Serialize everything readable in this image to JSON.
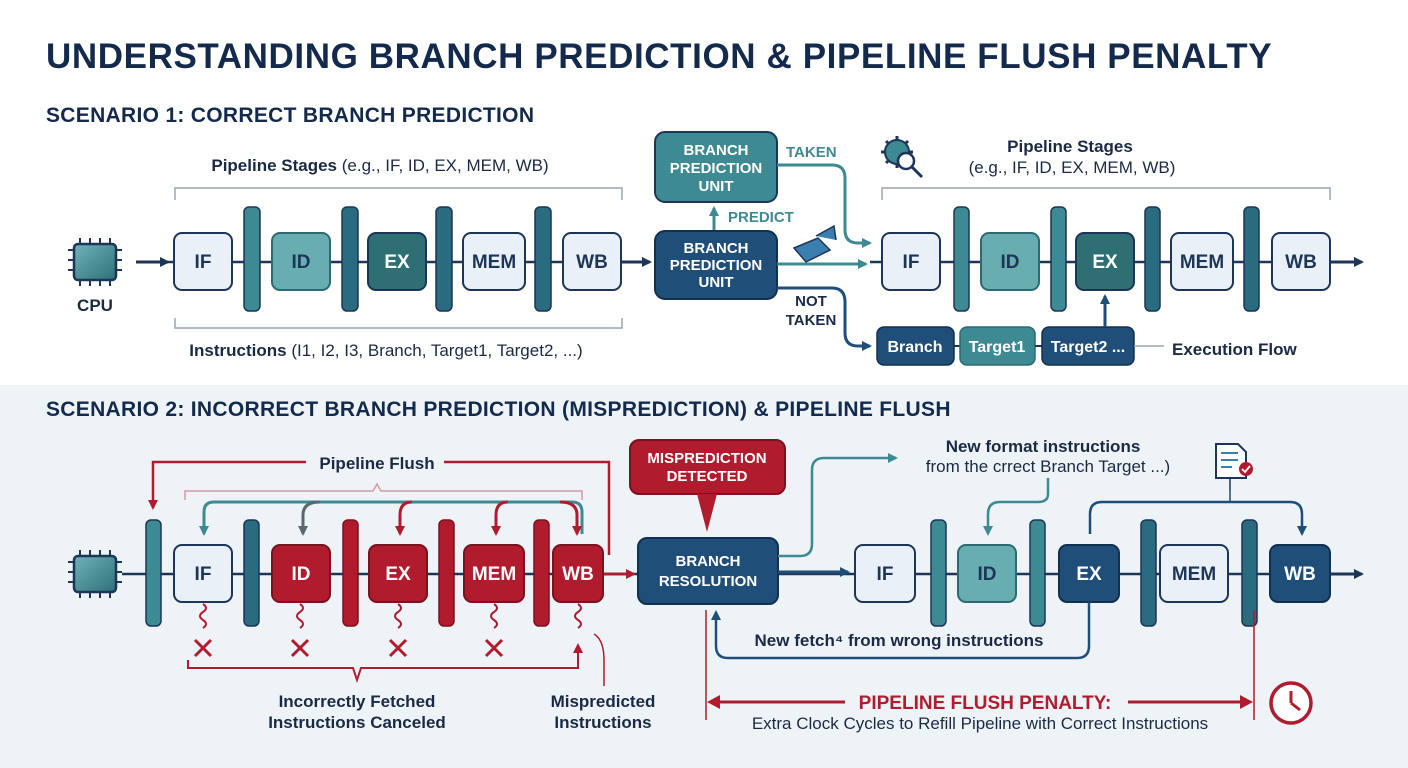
{
  "title": "UNDERSTANDING BRANCH PREDICTION & PIPELINE FLUSH PENALTY",
  "scenario1": {
    "heading": "SCENARIO 1: CORRECT BRANCH PREDICTION",
    "cpu_label": "CPU",
    "stages_label_bold": "Pipeline Stages",
    "stages_label_rest": " (e.g., IF, ID, EX, MEM, WB)",
    "instructions_label_bold": "Instructions",
    "instructions_label_rest": " (I1, I2, I3, Branch, Target1, Target2, ...)",
    "stages": [
      "IF",
      "ID",
      "EX",
      "MEM",
      "WB"
    ],
    "bpu_top": [
      "BRANCH",
      "PREDICTION",
      "UNIT"
    ],
    "bpu_main": [
      "BRANCH",
      "PREDICTION",
      "UNIT"
    ],
    "predict_label": "PREDICT",
    "taken_label": "TAKEN",
    "not_taken_label": [
      "NOT",
      "TAKEN"
    ],
    "right_stages_title": "Pipeline Stages",
    "right_stages_sub": "(e.g., IF, ID, EX, MEM, WB)",
    "right_stages": [
      "IF",
      "ID",
      "EX",
      "MEM",
      "WB"
    ],
    "flow_items": [
      "Branch",
      "Target1",
      "Target2 ..."
    ],
    "execution_flow_label": "Execution Flow"
  },
  "scenario2": {
    "heading": "SCENARIO 2: INCORRECT BRANCH PREDICTION (MISPREDICTION) & PIPELINE FLUSH",
    "pipeline_flush_label": "Pipeline Flush",
    "stages": [
      "IF",
      "ID",
      "EX",
      "MEM",
      "WB"
    ],
    "mispred_box": [
      "MISPREDICTION",
      "DETECTED"
    ],
    "resolution_box": [
      "BRANCH",
      "RESOLUTION"
    ],
    "new_format_title": "New format instructions",
    "new_format_sub": "from the crrect Branch Target ...)",
    "right_stages": [
      "IF",
      "ID",
      "EX",
      "MEM",
      "WB"
    ],
    "new_fetch_label": "New fetch⁴ from wrong instructions",
    "canceled_label": [
      "Incorrectly Fetched",
      "Instructions Canceled"
    ],
    "mispredicted_label": [
      "Mispredicted",
      "Instructions"
    ],
    "penalty_title": "PIPELINE FLUSH PENALTY:",
    "penalty_sub": "Extra Clock Cycles to Refill Pipeline with Correct Instructions"
  },
  "colors": {
    "navy": "#132a4c",
    "teal": "#3d8a92",
    "dark_blue": "#1f4e79",
    "red": "#b01c2e",
    "light_box": "#e9f0f7"
  }
}
